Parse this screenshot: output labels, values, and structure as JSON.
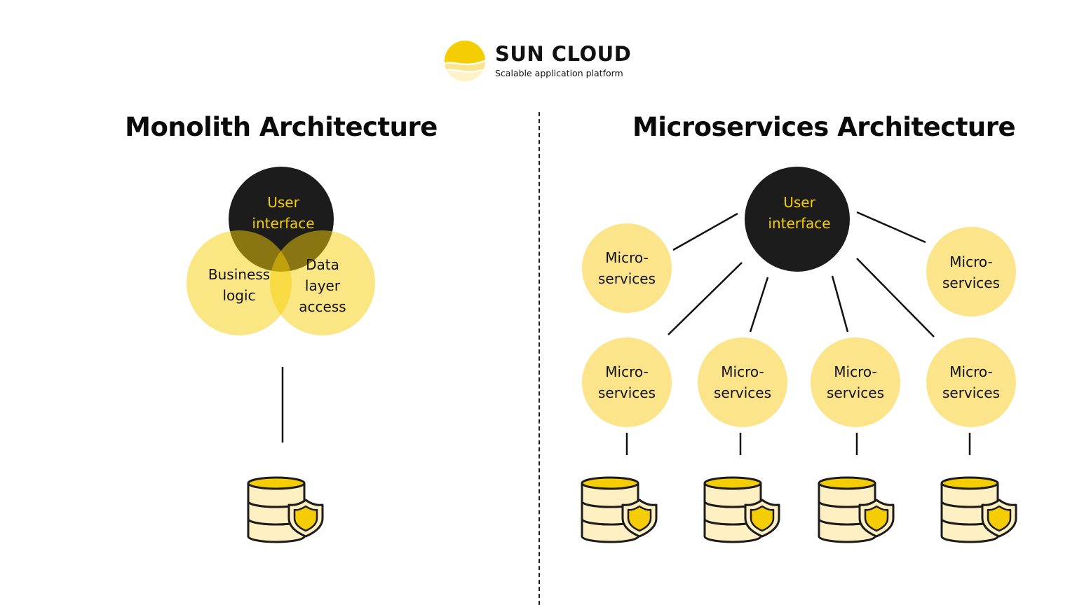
{
  "brand": {
    "name": "SUN CLOUD",
    "tagline": "Scalable application platform"
  },
  "colors": {
    "accent_yellow": "#F5CD05",
    "light_yellow": "#FBE48A",
    "db_cream": "#FFF0C4",
    "dark": "#1C1C1C",
    "line": "#111111"
  },
  "monolith": {
    "title": "Monolith Architecture",
    "user_interface": [
      "User",
      "interface"
    ],
    "business_logic": [
      "Business",
      "logic"
    ],
    "data_layer": [
      "Data",
      "layer",
      "access"
    ],
    "database_icon": "database-shield-icon"
  },
  "microservices": {
    "title": "Microservices Architecture",
    "user_interface": [
      "User",
      "interface"
    ],
    "service_label": [
      "Micro-",
      "services"
    ],
    "top_services": 2,
    "bottom_services": 4,
    "database_icon": "database-shield-icon"
  }
}
